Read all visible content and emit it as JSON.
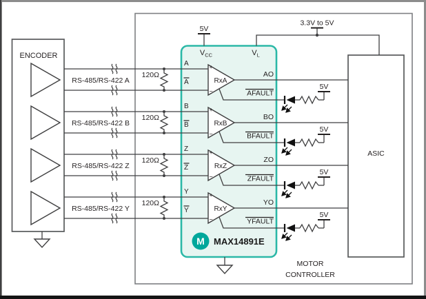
{
  "encoder": {
    "label": "ENCODER"
  },
  "chip": {
    "name": "MAX14891E",
    "logo_letter": "M",
    "vcc_pin": {
      "base": "V",
      "sub": "CC"
    },
    "vl_pin": {
      "base": "V",
      "sub": "L"
    }
  },
  "supplies": {
    "vcc": "5V",
    "logic": "3.3V to 5V",
    "pullup": "5V"
  },
  "termination": {
    "label": "120Ω"
  },
  "rx_inputs": {
    "plus": "+",
    "minus": "−"
  },
  "channels": [
    {
      "bus_label": "RS-485/RS-422 A",
      "pin": "A",
      "rx_label": "RxA",
      "out_label": "AO",
      "fault_label": "AFAULT"
    },
    {
      "bus_label": "RS-485/RS-422 B",
      "pin": "B",
      "rx_label": "RxB",
      "out_label": "BO",
      "fault_label": "BFAULT"
    },
    {
      "bus_label": "RS-485/RS-422 Z",
      "pin": "Z",
      "rx_label": "RxZ",
      "out_label": "ZO",
      "fault_label": "ZFAULT"
    },
    {
      "bus_label": "RS-485/RS-422 Y",
      "pin": "Y",
      "rx_label": "RxY",
      "out_label": "YO",
      "fault_label": "YFAULT"
    }
  ],
  "asic": {
    "label": "ASIC"
  },
  "motor_controller": {
    "line1": "MOTOR",
    "line2": "CONTROLLER"
  },
  "colors": {
    "chip_border": "#2bb8a7",
    "chip_fill": "#e7f5f1",
    "logo_teal": "#00a79b",
    "wire": "#3f3f40",
    "text": "#231f20"
  }
}
